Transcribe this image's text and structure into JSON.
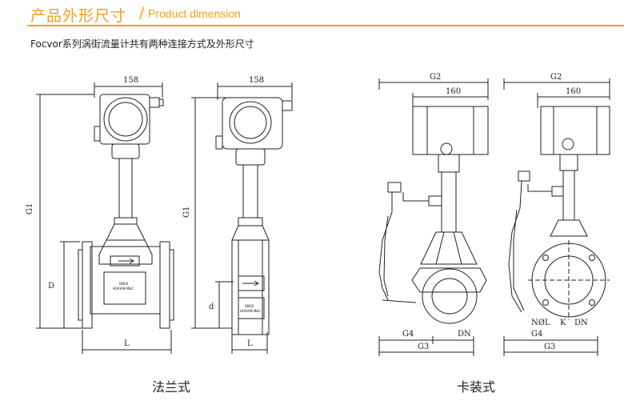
{
  "header": {
    "title_cn": "产品外形尺寸",
    "slash": "/",
    "title_en": "Product dimension"
  },
  "subtitle": "Focvor系列涡街流量计共有两种连接方式及外形尺寸",
  "captions": {
    "flange": "法兰式",
    "wafer": "卡装式"
  },
  "dimensions": {
    "d158a": "158",
    "d158b": "158",
    "g1a": "G1",
    "g1b": "G1",
    "D": "D",
    "d": "d",
    "La": "L",
    "Lb": "L",
    "g2a": "G2",
    "g2b": "G2",
    "d160a": "160",
    "d160b": "160",
    "g4a": "G4",
    "g4b": "G4",
    "g3a": "G3",
    "g3b": "G3",
    "dna": "DN",
    "dnb": "DN",
    "nl": "NØL",
    "k": "K"
  },
  "nameplate": {
    "line1": "DN50",
    "line2": "HUAIAN M&C"
  },
  "colors": {
    "accent": "#f0a01a",
    "line": "#222222"
  }
}
